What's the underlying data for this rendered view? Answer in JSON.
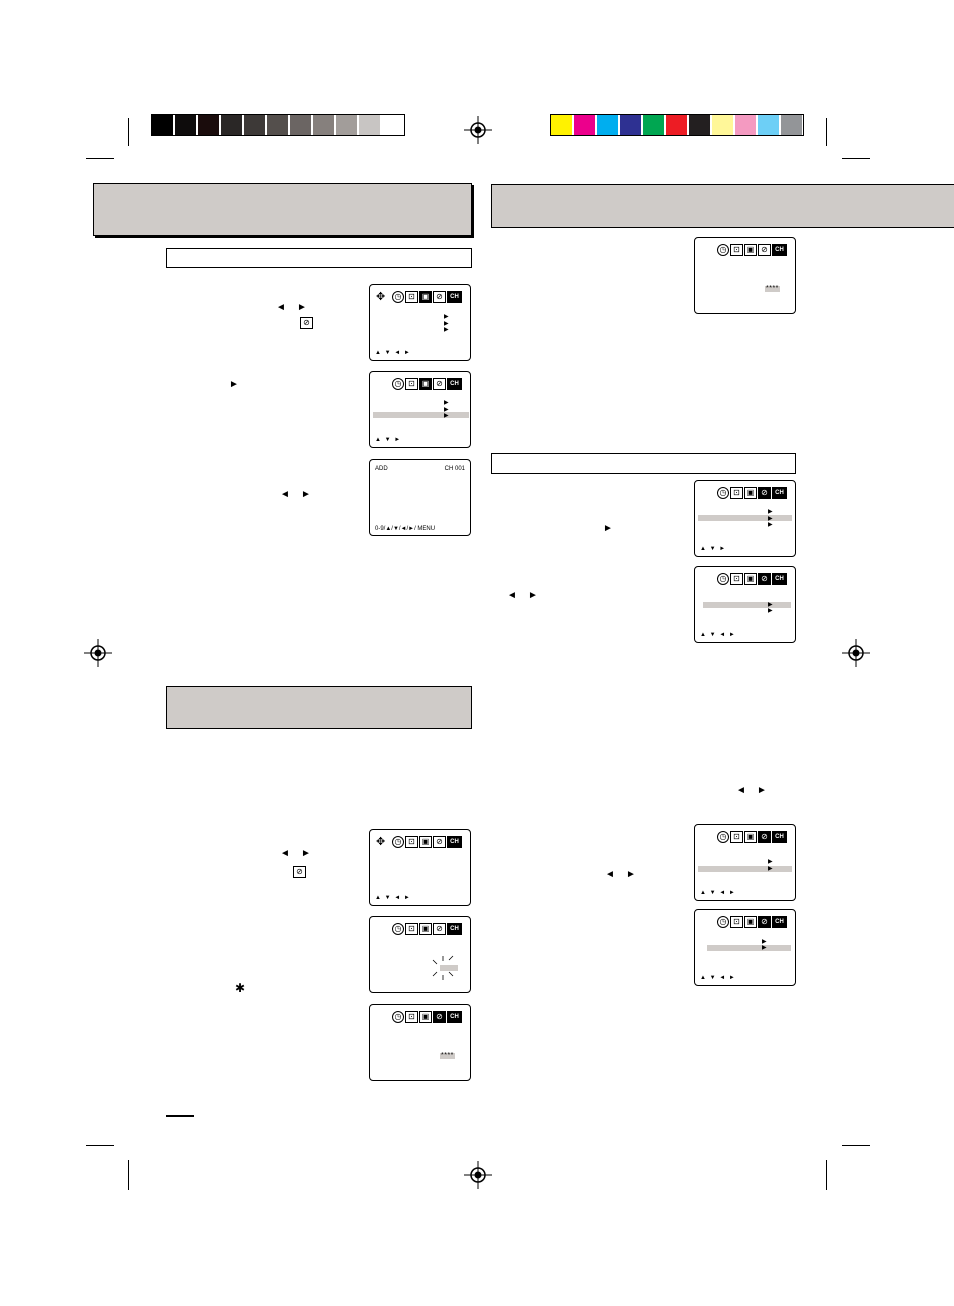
{
  "print_marks": {
    "gray_bar": [
      "#000000",
      "#0e0c0c",
      "#1a0c0c",
      "#2a2726",
      "#3d3937",
      "#544f4c",
      "#6b6563",
      "#86807d",
      "#a29d9a",
      "#c8c5c3",
      "#ffffff"
    ],
    "color_bar": [
      "#fff200",
      "#ec008c",
      "#00aeef",
      "#2e3192",
      "#00a651",
      "#ed1c24",
      "#231f20",
      "#fff799",
      "#f49ac1",
      "#6dcff6",
      "#939598"
    ]
  },
  "colors": {
    "header_fill": "#cfcbc8",
    "highlight": "#cfcbc8"
  },
  "screen_icons": [
    "clock-icon",
    "timer-icon",
    "picture-icon",
    "lock-icon",
    "channel-icon"
  ],
  "screens": {
    "ch_setup": {
      "left_label": "ADD",
      "right_label": "CH 001",
      "nav": "0-9/▲/▼/◄/►/ MENU"
    },
    "nav_four": "▲ ▼ ◄ ►",
    "nav_two": "▲ ▼ ►",
    "password_mask": "****"
  },
  "left_col": {
    "arrows_1": "◄    ►",
    "arrow_right_1": "►",
    "arrows_2": "◄    ►",
    "arrows_3": "◄    ►",
    "asterisk": "✱"
  },
  "right_col": {
    "arrow_right_1": "►",
    "arrows_1": "◄    ►",
    "arrows_2": "◄    ►",
    "arrows_3": "◄    ►"
  }
}
